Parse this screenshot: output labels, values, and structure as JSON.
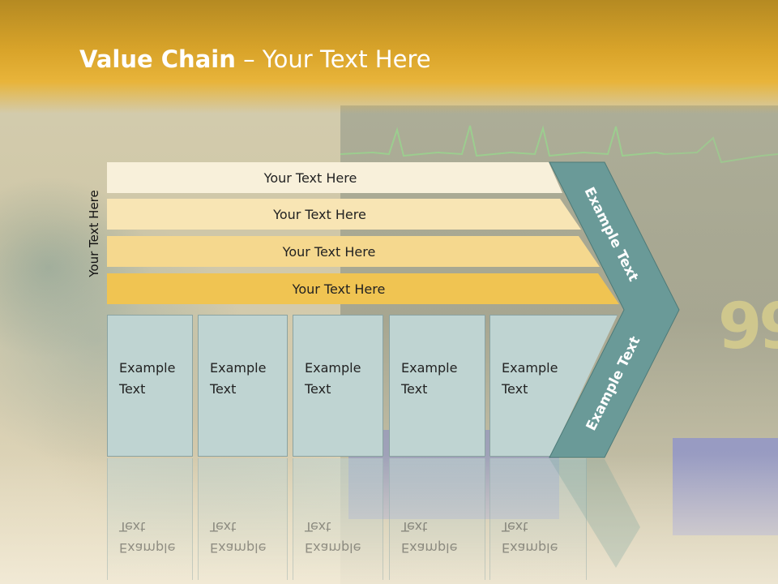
{
  "slide": {
    "title_bold": "Value Chain",
    "title_rest": " – Your Text Here",
    "side_label": "Your Text Here"
  },
  "bars": [
    {
      "label": "Your Text Here",
      "color": "#f8f0da"
    },
    {
      "label": "Your Text Here",
      "color": "#f8e5b4"
    },
    {
      "label": "Your Text Here",
      "color": "#f5d88e"
    },
    {
      "label": "Your Text Here",
      "color": "#f0c452"
    }
  ],
  "columns": [
    {
      "label_line1": "Example",
      "label_line2": "Text"
    },
    {
      "label_line1": "Example",
      "label_line2": "Text"
    },
    {
      "label_line1": "Example",
      "label_line2": "Text"
    },
    {
      "label_line1": "Example",
      "label_line2": "Text"
    },
    {
      "label_line1": "Example",
      "label_line2": "Text"
    }
  ],
  "chevron": {
    "upper_text": "Example Text",
    "lower_text": "Example Text",
    "color": "#6a9a98"
  },
  "colors": {
    "header": "#d9a42a",
    "column_fill": "#bfd4d2"
  }
}
